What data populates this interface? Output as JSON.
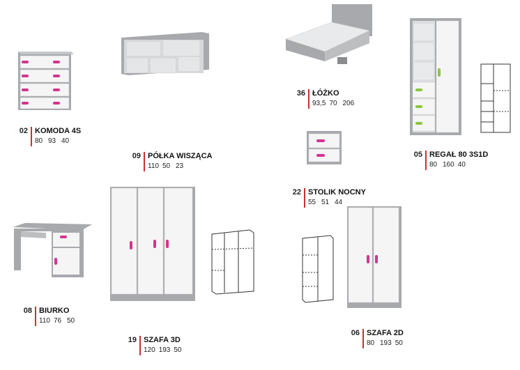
{
  "items": [
    {
      "num": "02",
      "name": "KOMODA 4S",
      "dims": [
        "80",
        "93",
        "40"
      ]
    },
    {
      "num": "09",
      "name": "PÓŁKA WISZĄCA",
      "dims": [
        "110",
        "50",
        "23"
      ]
    },
    {
      "num": "36",
      "name": "ŁÓŻKO",
      "dims": [
        "93,5",
        "70",
        "206"
      ]
    },
    {
      "num": "05",
      "name": "REGAŁ 80 3S1D",
      "dims": [
        "80",
        "160",
        "40"
      ]
    },
    {
      "num": "22",
      "name": "STOLIK NOCNY",
      "dims": [
        "55",
        "51",
        "44"
      ]
    },
    {
      "num": "08",
      "name": "BIURKO",
      "dims": [
        "110",
        "76",
        "50"
      ]
    },
    {
      "num": "19",
      "name": "SZAFA 3D",
      "dims": [
        "120",
        "193",
        "50"
      ]
    },
    {
      "num": "06",
      "name": "SZAFA 2D",
      "dims": [
        "80",
        "193",
        "50"
      ]
    }
  ],
  "colors": {
    "grey": "#a7a9ac",
    "white": "#f5f5f5",
    "pink": "#d6338f",
    "green": "#8cc63f",
    "accent": "#c8312f"
  },
  "icons": {
    "width": "right-arrow-icon",
    "height": "up-arrow-icon",
    "depth": "diagonal-arrow-icon"
  }
}
